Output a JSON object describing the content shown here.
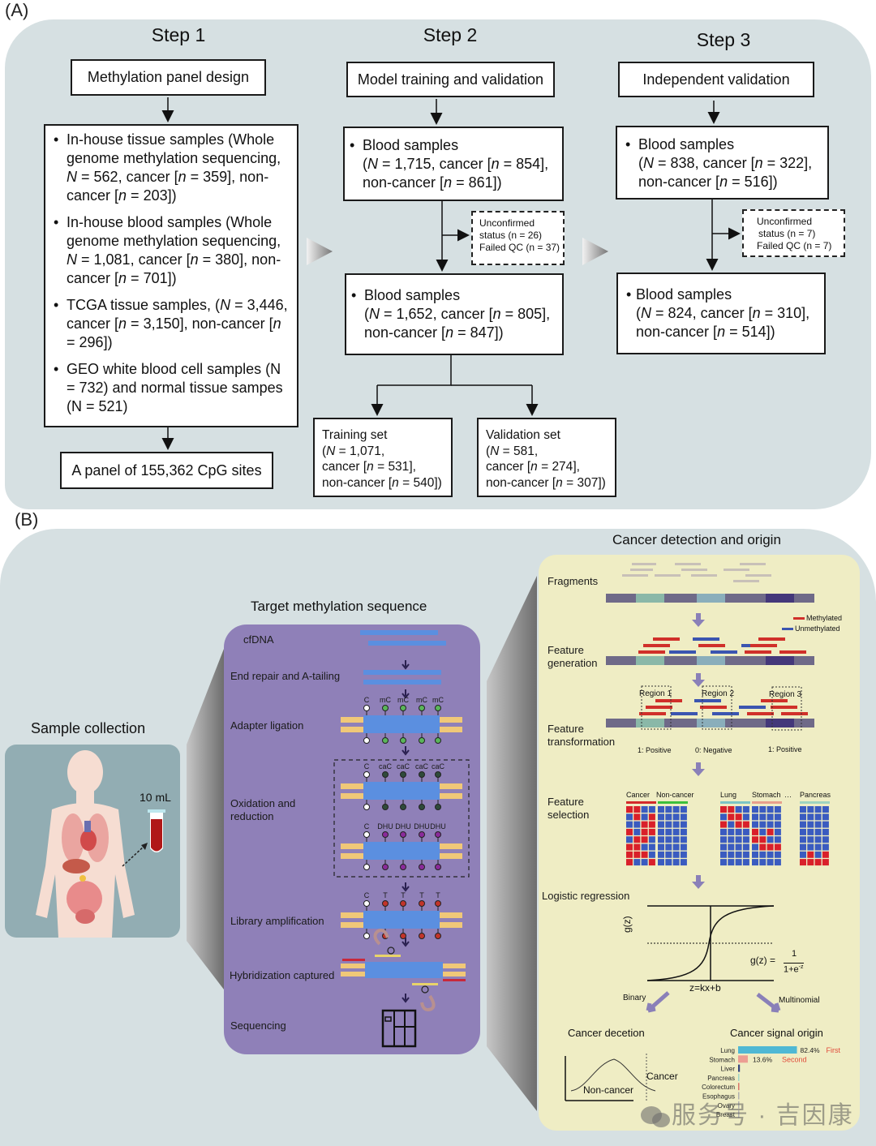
{
  "panelA": {
    "label": "(A)",
    "step1": {
      "title": "Step 1",
      "header": "Methylation panel design",
      "items": [
        {
          "prefix": "In-house tissue samples  (Whole genome methylation sequencing, ",
          "N": "562",
          "cancer": "359",
          "noncancer": "203"
        },
        {
          "prefix": "In-house blood samples (Whole genome methylation sequencing, ",
          "N": "1,081",
          "cancer": "380",
          "noncancer": "701"
        },
        {
          "prefix": "TCGA tissue samples, (",
          "N": "3,446",
          "cancer": "3,150",
          "noncancer": "296"
        },
        {
          "text": "GEO white blood cell samples (N = 732) and normal tissue sampes (N = 521)"
        }
      ],
      "result": "A panel of 155,362 CpG sites"
    },
    "step2": {
      "title": "Step 2",
      "header": "Model training and validation",
      "blood1": {
        "title": "Blood samples",
        "N": "1,715",
        "cancer": "854",
        "noncancer": "861"
      },
      "excluded": {
        "line1": "Unconfirmed",
        "line2": "status (n = 26)",
        "line3": "Failed QC (n = 37)"
      },
      "blood2": {
        "title": "Blood samples",
        "N": "1,652",
        "cancer": "805",
        "noncancer": "847"
      },
      "training": {
        "title": "Training set",
        "N": "1,071",
        "cancer": "531",
        "noncancer": "540"
      },
      "validation": {
        "title": "Validation set",
        "N": "581",
        "cancer": "274",
        "noncancer": "307"
      }
    },
    "step3": {
      "title": "Step 3",
      "header": "Independent validation",
      "blood1": {
        "title": "Blood samples",
        "N": "838",
        "cancer": "322",
        "noncancer": "516"
      },
      "excluded": {
        "line1": "Unconfirmed",
        "line2": "status (n = 7)",
        "line3": "Failed QC (n = 7)"
      },
      "blood2": {
        "title": "Blood samples",
        "N": "824",
        "cancer": "310",
        "noncancer": "514"
      }
    }
  },
  "panelB": {
    "label": "(B)",
    "sample_collection": {
      "title": "Sample collection",
      "volume": "10 mL"
    },
    "target_seq": {
      "title": "Target methylation sequence",
      "steps": [
        "cfDNA",
        "End repair and A-tailing",
        "Adapter ligation",
        "Oxidation and\nreduction",
        "Library amplification",
        "Hybridization captured",
        "Sequencing"
      ],
      "adapter_bases": [
        "C",
        "mC",
        "mC",
        "mC",
        "mC"
      ],
      "oxidation_bases": [
        "C",
        "caC",
        "caC",
        "caC",
        "caC"
      ],
      "reduction_bases": [
        "C",
        "DHU",
        "DHU",
        "DHU",
        "DHU"
      ],
      "amplification_bases": [
        "C",
        "T",
        "T",
        "T",
        "T"
      ]
    },
    "detection": {
      "title": "Cancer detection and origin",
      "fragments_label": "Fragments",
      "feature_generation_label": "Feature\ngeneration",
      "legend": {
        "methylated": "Methylated",
        "unmethylated": "Unmethylated"
      },
      "feature_transformation_label": "Feature\ntransformation",
      "regions": [
        {
          "name": "Region 1",
          "result": "1: Positive"
        },
        {
          "name": "Region 2",
          "result": "0: Negative"
        },
        {
          "name": "Region 3",
          "result": "1: Positive"
        }
      ],
      "feature_selection_label": "Feature\nselection",
      "heatmap_groups": [
        {
          "label": "Cancer",
          "bar_color": "#d32a2a",
          "cells": [
            "1100",
            "0101",
            "0011",
            "1011",
            "0110",
            "1100",
            "1110",
            "1001"
          ]
        },
        {
          "label": "Non-cancer",
          "bar_color": "#3cbf3c",
          "cells": [
            "0000",
            "0000",
            "0000",
            "0000",
            "0000",
            "0000",
            "0000",
            "0000"
          ]
        },
        {
          "label": "Lung",
          "bar_color": "#7cc4c4",
          "cells": [
            "1100",
            "0110",
            "1011",
            "0000",
            "0000",
            "0000",
            "0000",
            "0000"
          ]
        },
        {
          "label": "Stomach",
          "bar_color": "#e8a08c",
          "cells": [
            "0000",
            "0000",
            "0000",
            "1010",
            "1100",
            "0111",
            "0000",
            "0000"
          ]
        },
        {
          "label": "Pancreas",
          "bar_color": "#9fd4c0",
          "cells": [
            "0000",
            "0000",
            "0000",
            "0000",
            "0000",
            "0000",
            "0101",
            "1111"
          ]
        }
      ],
      "ellipsis": "···",
      "logistic_label": "Logistic regression",
      "g_axis": "g(z)",
      "z_axis": "z=kx+b",
      "formula_left": "g(z) =",
      "formula_num": "1",
      "formula_den": "1+e",
      "formula_exp": "-z",
      "binary_label": "Binary",
      "multinomial_label": "Multinomial",
      "cancer_detection_title": "Cancer decetion",
      "noncancer_label": "Non-cancer",
      "cancer_label": "Cancer",
      "origin_title": "Cancer signal origin"
    },
    "watermark": "服务号 · 吉因康"
  },
  "chart_data": {
    "type": "bar",
    "title": "Cancer signal origin",
    "orientation": "horizontal",
    "categories": [
      "Lung",
      "Stomach",
      "Liver",
      "Pancreas",
      "Colorectum",
      "Esophagus",
      "Ovary",
      "Breast"
    ],
    "values": [
      82.4,
      13.6,
      2.5,
      1.0,
      0.4,
      0.1,
      0.0,
      0.0
    ],
    "colors": [
      "#4fb8d4",
      "#ec9e93",
      "#34447e",
      "#9dd6c8",
      "#d9746a",
      "#b0b0b0",
      "#b0b0b0",
      "#b0b0b0"
    ],
    "annotations": [
      {
        "category": "Lung",
        "value_label": "82.4%",
        "rank": "First"
      },
      {
        "category": "Stomach",
        "value_label": "13.6%",
        "rank": "Second"
      }
    ],
    "rank_color": "#e04b3a",
    "xlabel": "",
    "ylabel": "",
    "xlim": [
      0,
      100
    ]
  }
}
